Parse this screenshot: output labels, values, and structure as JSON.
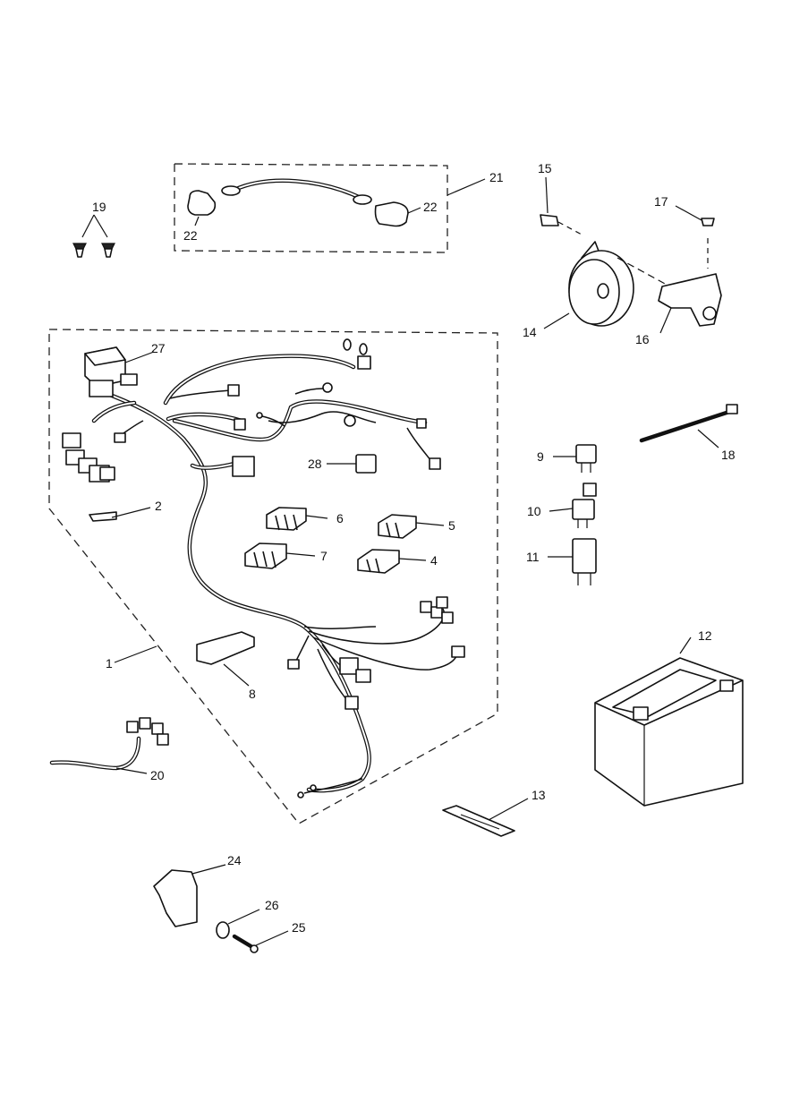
{
  "callouts": {
    "c1": "1",
    "c2": "2",
    "c4": "4",
    "c5": "5",
    "c6": "6",
    "c7": "7",
    "c8": "8",
    "c9": "9",
    "c10": "10",
    "c11": "11",
    "c12": "12",
    "c13": "13",
    "c14": "14",
    "c15": "15",
    "c16": "16",
    "c17": "17",
    "c18": "18",
    "c19": "19",
    "c20": "20",
    "c21": "21",
    "c22a": "22",
    "c22b": "22",
    "c24": "24",
    "c25": "25",
    "c26": "26",
    "c27": "27",
    "c28": "28"
  }
}
